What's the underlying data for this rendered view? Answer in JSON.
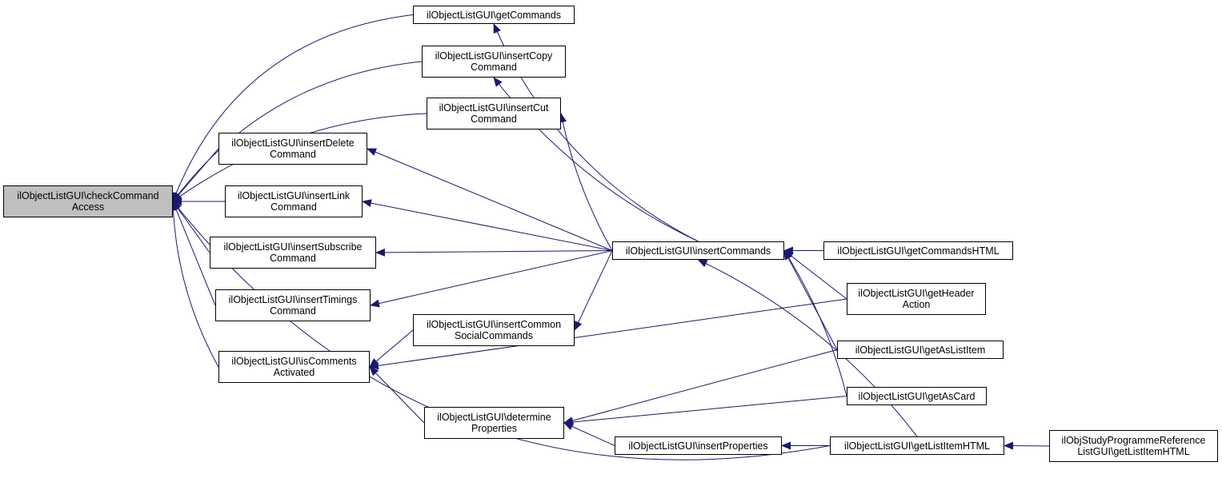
{
  "colors": {
    "edge": "#191970",
    "root_fill": "#bfbfbf",
    "node_fill": "#ffffff",
    "border": "#000000"
  },
  "nodes": {
    "checkCommandAccess": {
      "lines": [
        "ilObjectListGUI\\checkCommand",
        "Access"
      ]
    },
    "getCommands": {
      "lines": [
        "ilObjectListGUI\\getCommands"
      ]
    },
    "insertCopyCommand": {
      "lines": [
        "ilObjectListGUI\\insertCopy",
        "Command"
      ]
    },
    "insertCutCommand": {
      "lines": [
        "ilObjectListGUI\\insertCut",
        "Command"
      ]
    },
    "insertDeleteCommand": {
      "lines": [
        "ilObjectListGUI\\insertDelete",
        "Command"
      ]
    },
    "insertLinkCommand": {
      "lines": [
        "ilObjectListGUI\\insertLink",
        "Command"
      ]
    },
    "insertSubscribeCommand": {
      "lines": [
        "ilObjectListGUI\\insertSubscribe",
        "Command"
      ]
    },
    "insertTimingsCommand": {
      "lines": [
        "ilObjectListGUI\\insertTimings",
        "Command"
      ]
    },
    "isCommentsActivated": {
      "lines": [
        "ilObjectListGUI\\isComments",
        "Activated"
      ]
    },
    "insertCommonSocialCommands": {
      "lines": [
        "ilObjectListGUI\\insertCommon",
        "SocialCommands"
      ]
    },
    "determineProperties": {
      "lines": [
        "ilObjectListGUI\\determine",
        "Properties"
      ]
    },
    "insertCommands": {
      "lines": [
        "ilObjectListGUI\\insertCommands"
      ]
    },
    "insertProperties": {
      "lines": [
        "ilObjectListGUI\\insertProperties"
      ]
    },
    "getCommandsHTML": {
      "lines": [
        "ilObjectListGUI\\getCommandsHTML"
      ]
    },
    "getHeaderAction": {
      "lines": [
        "ilObjectListGUI\\getHeader",
        "Action"
      ]
    },
    "getAsListItem": {
      "lines": [
        "ilObjectListGUI\\getAsListItem"
      ]
    },
    "getAsCard": {
      "lines": [
        "ilObjectListGUI\\getAsCard"
      ]
    },
    "getListItemHTML": {
      "lines": [
        "ilObjectListGUI\\getListItemHTML"
      ]
    },
    "studyProgrammeGetListItemHTML": {
      "lines": [
        "ilObjStudyProgrammeReference",
        "ListGUI\\getListItemHTML"
      ]
    }
  },
  "edges": [
    [
      "getCommands",
      "checkCommandAccess"
    ],
    [
      "insertCopyCommand",
      "checkCommandAccess"
    ],
    [
      "insertCutCommand",
      "checkCommandAccess"
    ],
    [
      "insertDeleteCommand",
      "checkCommandAccess"
    ],
    [
      "insertLinkCommand",
      "checkCommandAccess"
    ],
    [
      "insertSubscribeCommand",
      "checkCommandAccess"
    ],
    [
      "insertTimingsCommand",
      "checkCommandAccess"
    ],
    [
      "isCommentsActivated",
      "checkCommandAccess"
    ],
    [
      "getListItemHTML",
      "checkCommandAccess"
    ],
    [
      "insertCommands",
      "getCommands"
    ],
    [
      "insertCommands",
      "insertCopyCommand"
    ],
    [
      "insertCommands",
      "insertCutCommand"
    ],
    [
      "insertCommands",
      "insertDeleteCommand"
    ],
    [
      "insertCommands",
      "insertLinkCommand"
    ],
    [
      "insertCommands",
      "insertSubscribeCommand"
    ],
    [
      "insertCommands",
      "insertTimingsCommand"
    ],
    [
      "insertCommands",
      "insertCommonSocialCommands"
    ],
    [
      "insertCommonSocialCommands",
      "isCommentsActivated"
    ],
    [
      "getHeaderAction",
      "isCommentsActivated"
    ],
    [
      "determineProperties",
      "isCommentsActivated"
    ],
    [
      "getCommandsHTML",
      "insertCommands"
    ],
    [
      "getHeaderAction",
      "insertCommands"
    ],
    [
      "getAsListItem",
      "insertCommands"
    ],
    [
      "getAsCard",
      "insertCommands"
    ],
    [
      "getListItemHTML",
      "insertCommands"
    ],
    [
      "getAsListItem",
      "determineProperties"
    ],
    [
      "getAsCard",
      "determineProperties"
    ],
    [
      "insertProperties",
      "determineProperties"
    ],
    [
      "getListItemHTML",
      "insertProperties"
    ],
    [
      "studyProgrammeGetListItemHTML",
      "getListItemHTML"
    ]
  ]
}
